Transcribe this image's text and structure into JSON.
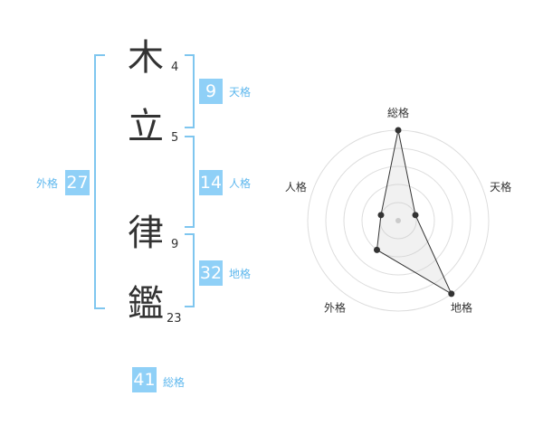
{
  "name": {
    "chars": [
      {
        "char": "木",
        "strokes": "4"
      },
      {
        "char": "立",
        "strokes": "5"
      },
      {
        "char": "律",
        "strokes": "9"
      },
      {
        "char": "鑑",
        "strokes": "23"
      }
    ]
  },
  "fortune": {
    "tenkaku": {
      "value": "9",
      "label": "天格"
    },
    "jinkaku": {
      "value": "14",
      "label": "人格"
    },
    "chikaku": {
      "value": "32",
      "label": "地格"
    },
    "gaikaku": {
      "value": "27",
      "label": "外格"
    },
    "soukaku": {
      "value": "41",
      "label": "総格"
    }
  },
  "colors": {
    "accent": "#8fd0f7",
    "accent_text": "#5fb8ee",
    "bracket": "#7fc6ef"
  },
  "chart_data": {
    "type": "radar",
    "axes": [
      "総格",
      "天格",
      "地格",
      "外格",
      "人格"
    ],
    "max": 5,
    "values": [
      5,
      1,
      5,
      2,
      1
    ],
    "grid": true,
    "grid_levels": 5
  }
}
